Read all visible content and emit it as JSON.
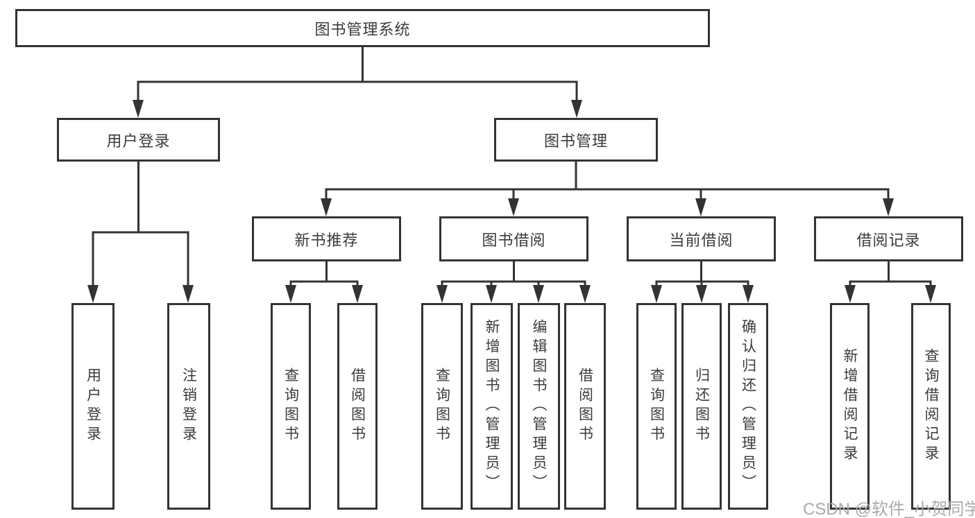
{
  "colors": {
    "line": "#333333",
    "box_border": "#333333",
    "text": "#3b3b3b",
    "watermark": "#aaaaae",
    "background": "#ffffff"
  },
  "tree": {
    "label": "图书管理系统",
    "children": [
      {
        "label": "用户登录",
        "children": [
          {
            "label": "用户登录"
          },
          {
            "label": "注销登录"
          }
        ]
      },
      {
        "label": "图书管理",
        "children": [
          {
            "label": "新书推荐",
            "children": [
              {
                "label": "查询图书"
              },
              {
                "label": "借阅图书"
              }
            ]
          },
          {
            "label": "图书借阅",
            "children": [
              {
                "label": "查询图书"
              },
              {
                "label": "新增图书（管理员）"
              },
              {
                "label": "编辑图书（管理员）"
              },
              {
                "label": "借阅图书"
              }
            ]
          },
          {
            "label": "当前借阅",
            "children": [
              {
                "label": "查询图书"
              },
              {
                "label": "归还图书"
              },
              {
                "label": "确认归还（管理员）"
              }
            ]
          },
          {
            "label": "借阅记录",
            "children": [
              {
                "label": "新增借阅记录"
              },
              {
                "label": "查询借阅记录"
              }
            ]
          }
        ]
      }
    ]
  },
  "watermark": {
    "text": "CSDN @软件_小贺同学"
  }
}
